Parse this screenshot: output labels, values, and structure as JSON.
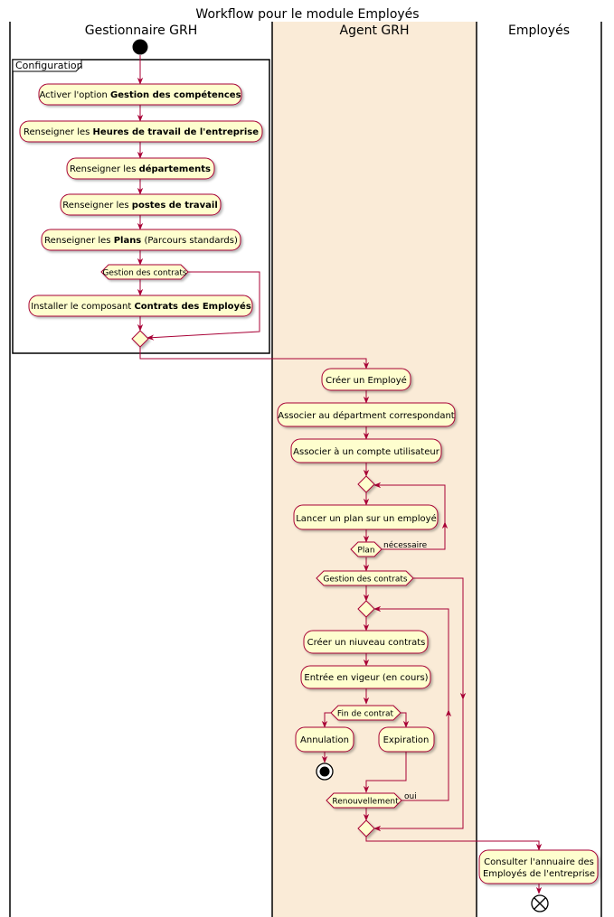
{
  "title": "Workflow pour le module Employés",
  "lanes": [
    {
      "label": "Gestionnaire GRH"
    },
    {
      "label": "Agent GRH"
    },
    {
      "label": "Employés"
    }
  ],
  "frame_label": "Configuration",
  "activities": {
    "a1": {
      "pre": "Activer l'option ",
      "bold": "Gestion des compétences",
      "post": ""
    },
    "a2": {
      "pre": "Renseigner les ",
      "bold": "Heures de travail de l'entreprise",
      "post": ""
    },
    "a3": {
      "pre": "Renseigner les ",
      "bold": "départements",
      "post": ""
    },
    "a4": {
      "pre": "Renseigner les ",
      "bold": "postes de travail",
      "post": ""
    },
    "a5": {
      "pre": "Renseigner les ",
      "bold": "Plans",
      "post": " (Parcours standards)"
    },
    "a6": {
      "pre": "Installer le composant ",
      "bold": "Contrats des Employés",
      "post": ""
    },
    "b1": {
      "pre": "Créer un Employé",
      "bold": "",
      "post": ""
    },
    "b2": {
      "pre": "Associer au départment correspondant",
      "bold": "",
      "post": ""
    },
    "b3": {
      "pre": "Associer à un compte utilisateur",
      "bold": "",
      "post": ""
    },
    "b4": {
      "pre": "Lancer un plan sur un employé",
      "bold": "",
      "post": ""
    },
    "b5": {
      "pre": "Créer un niuveau contrats",
      "bold": "",
      "post": ""
    },
    "b6": {
      "pre": "Entrée en vigeur (en cours)",
      "bold": "",
      "post": ""
    },
    "b7": {
      "pre": "Annulation",
      "bold": "",
      "post": ""
    },
    "b8": {
      "pre": "Expiration",
      "bold": "",
      "post": ""
    },
    "c1": {
      "lines": [
        "Consulter l'annuaire des",
        "Employés de l'entreprise"
      ]
    }
  },
  "decisions": {
    "d1": "Gestion des contrats",
    "d_plan": "Plan",
    "d_plan_guard": "nécessaire",
    "d_contrats": "Gestion des contrats",
    "d_fin": "Fin de contrat",
    "d_renouv": "Renouvellement",
    "d_renouv_guard": "oui"
  },
  "colors": {
    "activity_fill": "#FEFECE",
    "border": "#A80036",
    "lane_highlight": "#FAEBD7",
    "node": "#000000"
  }
}
